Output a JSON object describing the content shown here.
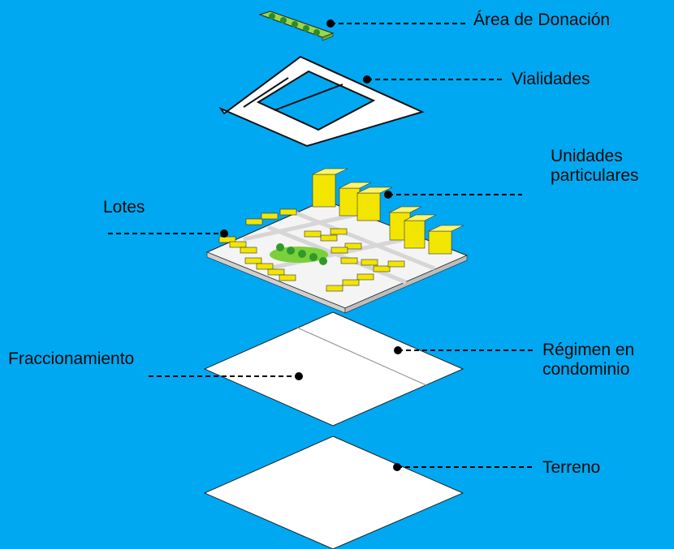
{
  "colors": {
    "background": "#00a8f2",
    "plane": "#ffffff",
    "building": "#f2e600",
    "building_shade": "#c9bd00",
    "tree": "#2f9a2a",
    "leader": "#000000"
  },
  "layers": [
    {
      "id": "area-donacion",
      "label": "Área de Donación"
    },
    {
      "id": "vialidades",
      "label": "Vialidades"
    },
    {
      "id": "unidades-particulares",
      "label": "Unidades\nparticulares"
    },
    {
      "id": "lotes",
      "label": "Lotes"
    },
    {
      "id": "regimen-condominio",
      "label": "Régimen en\ncondominio"
    },
    {
      "id": "fraccionamiento",
      "label": "Fraccionamiento"
    },
    {
      "id": "terreno",
      "label": "Terreno"
    }
  ]
}
